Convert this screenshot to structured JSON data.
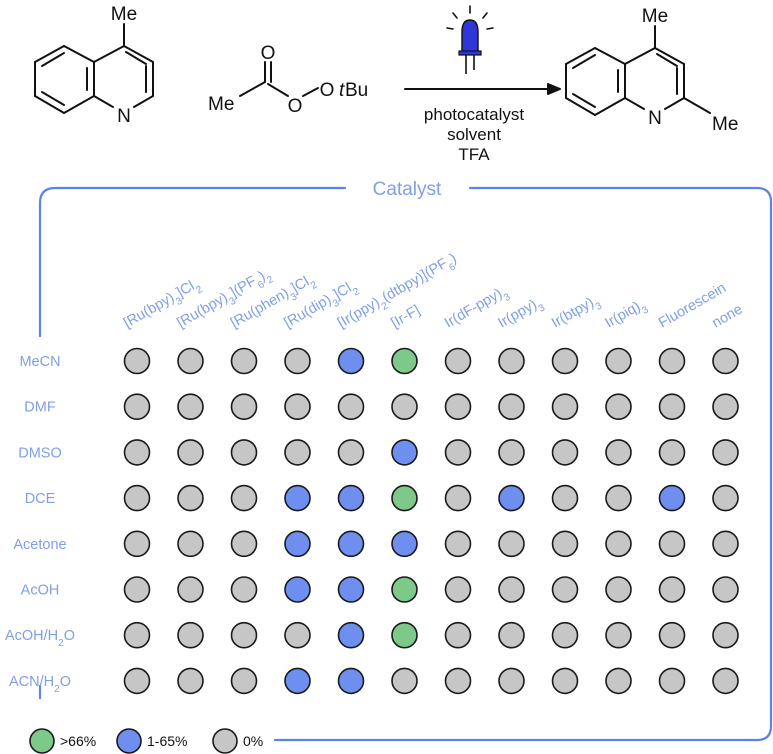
{
  "reaction": {
    "reactant1_substituent": "Me",
    "reactant1_heteroatom": "N",
    "reactant2_left": "Me",
    "reactant2_carbonyl_o": "O",
    "reactant2_ether_o": "O",
    "reactant2_peroxy_o": "O",
    "reactant2_t": "t",
    "reactant2_bu": "Bu",
    "conditions": [
      "photocatalyst",
      "solvent",
      "TFA"
    ],
    "product_substituent_top": "Me",
    "product_substituent_right": "Me",
    "product_heteroatom": "N",
    "light_icon": "blue-led-icon"
  },
  "screen": {
    "title": "Catalyst",
    "catalysts": [
      [
        "[Ru(bpy)",
        "3",
        "]Cl",
        "2",
        ""
      ],
      [
        "[Ru(bpy)",
        "3",
        "](PF",
        "6",
        ")",
        "2",
        ""
      ],
      [
        "[Ru(phen)",
        "3",
        "]Cl",
        "2",
        ""
      ],
      [
        "[Ru(dip)",
        "3",
        "]Cl",
        "2",
        ""
      ],
      [
        "[Ir(ppy)",
        "2",
        "(dtbpy)](PF",
        "6",
        ")"
      ],
      [
        "[Ir-F]"
      ],
      [
        "Ir(dF-ppy)",
        "3",
        ""
      ],
      [
        "Ir(ppy)",
        "3",
        ""
      ],
      [
        "Ir(btpy)",
        "3",
        ""
      ],
      [
        "Ir(piq)",
        "3",
        ""
      ],
      [
        "Fluorescein"
      ],
      [
        "none"
      ]
    ],
    "solvents": [
      [
        "MeCN"
      ],
      [
        "DMF"
      ],
      [
        "DMSO"
      ],
      [
        "DCE"
      ],
      [
        "Acetone"
      ],
      [
        "AcOH"
      ],
      [
        "AcOH/H",
        "2",
        "O"
      ],
      [
        "ACN/H",
        "2",
        "O"
      ]
    ],
    "results": [
      [
        0,
        0,
        0,
        0,
        1,
        2,
        0,
        0,
        0,
        0,
        0,
        0
      ],
      [
        0,
        0,
        0,
        0,
        0,
        0,
        0,
        0,
        0,
        0,
        0,
        0
      ],
      [
        0,
        0,
        0,
        0,
        0,
        1,
        0,
        0,
        0,
        0,
        0,
        0
      ],
      [
        0,
        0,
        0,
        1,
        1,
        2,
        0,
        1,
        0,
        0,
        1,
        0
      ],
      [
        0,
        0,
        0,
        1,
        1,
        1,
        0,
        0,
        0,
        0,
        0,
        0
      ],
      [
        0,
        0,
        0,
        1,
        1,
        2,
        0,
        0,
        0,
        0,
        0,
        0
      ],
      [
        0,
        0,
        0,
        0,
        1,
        2,
        0,
        0,
        0,
        0,
        0,
        0
      ],
      [
        0,
        0,
        0,
        1,
        1,
        0,
        0,
        0,
        0,
        0,
        0,
        0
      ]
    ],
    "legend": [
      {
        "level": 2,
        "label": ">66%"
      },
      {
        "level": 1,
        "label": "1-65%"
      },
      {
        "level": 0,
        "label": "0%"
      }
    ]
  },
  "colors": {
    "high": "#7dc98a",
    "mid": "#6f8ff0",
    "zero": "#c6c6c6",
    "accent": "#5b84e6",
    "label": "#7f9fe8",
    "stroke": "#1a1a1a"
  }
}
